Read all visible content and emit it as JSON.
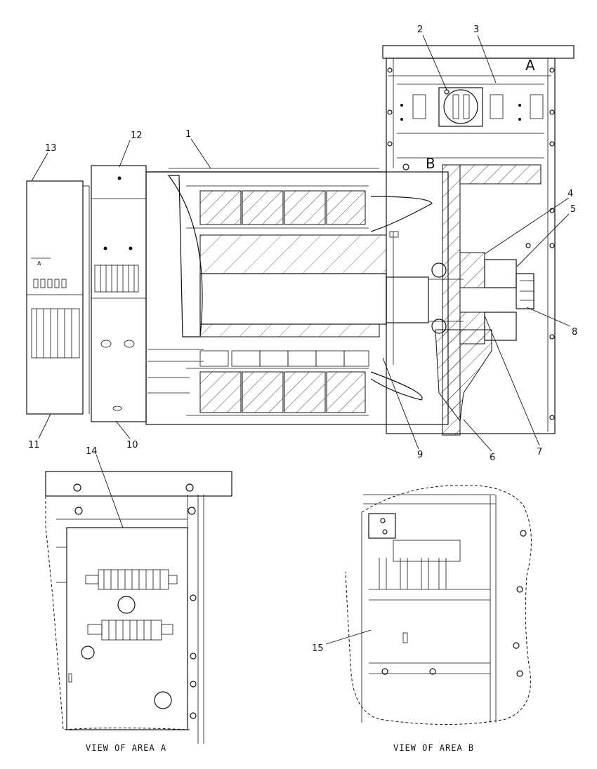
{
  "callouts": [
    "1",
    "2",
    "3",
    "4",
    "5",
    "6",
    "7",
    "8",
    "9",
    "10",
    "11",
    "12",
    "13",
    "14",
    "15"
  ],
  "area_tags": {
    "a": "A",
    "b": "B"
  },
  "panel_label": "A",
  "captions": {
    "view_a": "VIEW OF AREA A",
    "view_b": "VIEW OF AREA B"
  }
}
